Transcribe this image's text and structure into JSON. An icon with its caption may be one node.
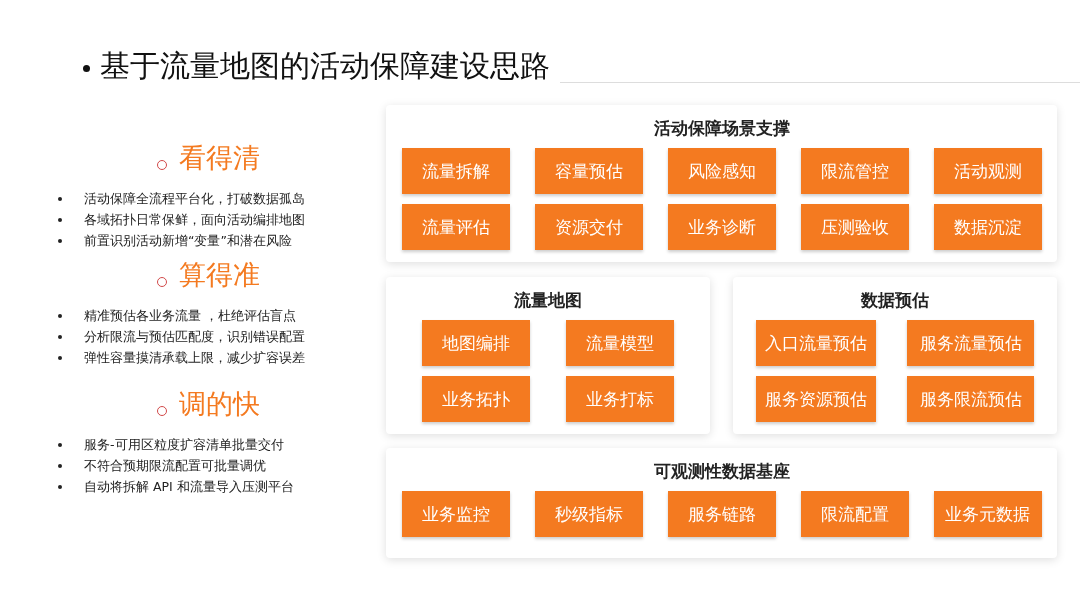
{
  "diagram": {
    "title": "基于流量地图的活动保障建设思路",
    "nodes": [
      {
        "text": [
          "活动保障场景支撑"
        ]
      },
      {
        "text": [
          "流量拆解"
        ],
        "in": 0
      },
      {
        "text": [
          "容量预估"
        ],
        "in": 0
      },
      {
        "text": [
          "风险感知"
        ],
        "in": 0
      },
      {
        "text": [
          "限流管控"
        ],
        "in": 0
      },
      {
        "text": [
          "活动观测"
        ],
        "in": 0
      },
      {
        "text": [
          "流量评估"
        ],
        "in": 0
      },
      {
        "text": [
          "资源交付"
        ],
        "in": 0
      },
      {
        "text": [
          "业务诊断"
        ],
        "in": 0
      },
      {
        "text": [
          "压测验收"
        ],
        "in": 0
      },
      {
        "text": [
          "数据沉淀"
        ],
        "in": 0
      },
      {
        "text": [
          "流量地图"
        ]
      },
      {
        "text": [
          "地图编排"
        ],
        "in": 11
      },
      {
        "text": [
          "流量模型"
        ],
        "in": 11
      },
      {
        "text": [
          "业务拓扑"
        ],
        "in": 11
      },
      {
        "text": [
          "业务打标"
        ],
        "in": 11
      },
      {
        "text": [
          "数据预估"
        ]
      },
      {
        "text": [
          "入口流量预估"
        ],
        "in": 16
      },
      {
        "text": [
          "服务流量预估"
        ],
        "in": 16
      },
      {
        "text": [
          "服务资源预估"
        ],
        "in": 16
      },
      {
        "text": [
          "服务限流预估"
        ],
        "in": 16
      },
      {
        "text": [
          "可观测性数据基座"
        ]
      },
      {
        "text": [
          "业务监控"
        ],
        "in": 21
      },
      {
        "text": [
          "秒级指标"
        ],
        "in": 21
      },
      {
        "text": [
          "服务链路"
        ],
        "in": 21
      },
      {
        "text": [
          "限流配置"
        ],
        "in": 21
      },
      {
        "text": [
          "业务元数据"
        ],
        "in": 21
      }
    ],
    "labels": [
      "看得清",
      "活动保障全流程平台化，打破数据孤岛",
      "各域拓扑日常保鲜，面向活动编排地图",
      "前置识别活动新增“变量”和潜在风险",
      "算得准",
      "精准预估各业务流量 ，杜绝评估盲点",
      "分析限流与预估匹配度，识别错误配置",
      "弹性容量摸清承载上限，减少扩容误差",
      "调的快",
      "服务-可用区粒度扩容清单批量交付",
      "不符合预期限流配置可批量调优",
      "自动将拆解 API 和流量导入压测平台"
    ]
  }
}
